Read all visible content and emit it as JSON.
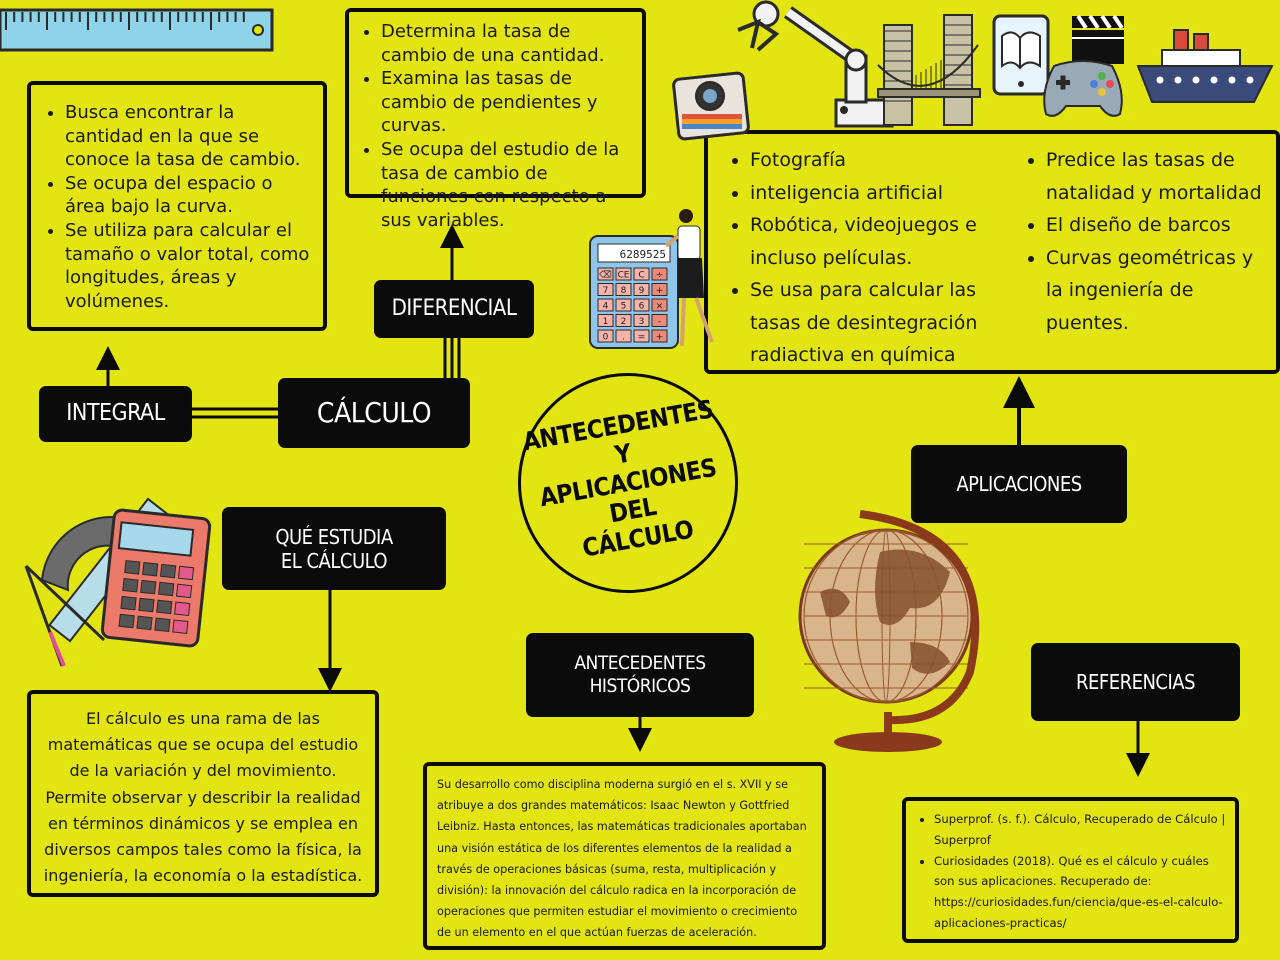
{
  "title": "ANTECEDENTES Y\nAPLICACIONES DEL\nCÁLCULO",
  "nodes": {
    "calculo": "CÁLCULO",
    "integral": "INTEGRAL",
    "diferencial": "DIFERENCIAL",
    "que_estudia": "QUÉ ESTUDIA\nEL CÁLCULO",
    "antecedentes": "ANTECEDENTES\nHISTÓRICOS",
    "aplicaciones": "APLICACIONES",
    "referencias": "REFERENCIAS"
  },
  "integral_box": {
    "items": [
      "Busca encontrar la cantidad en la que se conoce la tasa de cambio.",
      "Se ocupa del espacio o área bajo la curva.",
      "Se utiliza para calcular el tamaño o valor total, como longitudes, áreas y volúmenes."
    ]
  },
  "diferencial_box": {
    "items": [
      "Determina la tasa de cambio de una cantidad.",
      "Examina las tasas de cambio de pendientes y curvas.",
      "Se ocupa del estudio de la tasa de cambio de funciones con respecto a sus variables."
    ]
  },
  "aplicaciones_box": {
    "col1": [
      "Fotografía",
      "inteligencia artificial",
      "Robótica, videojuegos e incluso películas.",
      "Se usa para calcular las tasas de desintegración radiactiva en química"
    ],
    "col2": [
      "Predice las tasas de natalidad y mortalidad",
      "El diseño de barcos",
      "Curvas geométricas y la ingeniería de puentes."
    ]
  },
  "que_estudia_box": {
    "text": "El cálculo es una rama de las matemáticas que se ocupa del estudio de la variación y del movimiento. Permite observar y describir la realidad en términos dinámicos y se emplea en diversos campos tales como la física, la ingeniería, la economía o la estadística."
  },
  "antecedentes_box": {
    "text": "Su desarrollo como disciplina moderna surgió en el s. XVII y se atribuye a dos grandes matemáticos: Isaac Newton y Gottfried Leibniz. Hasta entonces, las matemáticas tradicionales aportaban una visión estática de los diferentes elementos de la realidad a través de operaciones básicas (suma, resta, multiplicación y división): la innovación del cálculo radica en la incorporación de operaciones que permiten estudiar el movimiento o crecimiento de un elemento en el que actúan fuerzas de aceleración."
  },
  "referencias_box": {
    "items": [
      "Superprof.  (s. f.). Cálculo, Recuperado de Cálculo | Superprof",
      "Curiosidades (2018). Qué es el cálculo y cuáles son sus aplicaciones. Recuperado de: https://curiosidades.fun/ciencia/que-es-el-calculo-aplicaciones-practicas/"
    ]
  },
  "calculator_display": "6289525",
  "calculator_keys": [
    "⌫",
    "CE",
    "C",
    "÷",
    "7",
    "8",
    "9",
    "+",
    "4",
    "5",
    "6",
    "×",
    "1",
    "2",
    "3",
    "-",
    "0",
    ".",
    "=",
    "+"
  ],
  "colors": {
    "background": "#e3e512",
    "box": "#0b0b0b",
    "text": "#1a1a1a"
  }
}
